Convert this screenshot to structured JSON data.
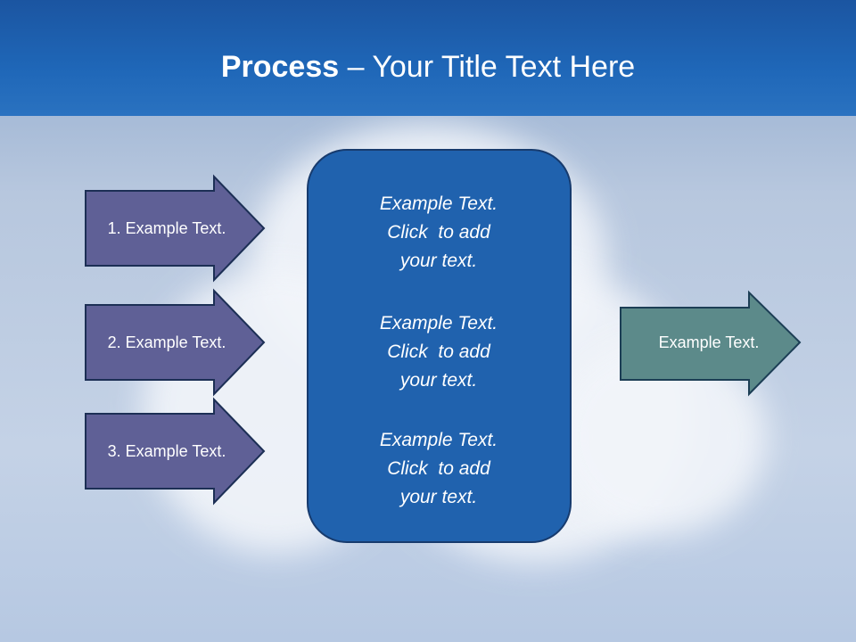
{
  "slide": {
    "title_bold": "Process",
    "title_rest": " – Your Title Text Here"
  },
  "left_arrows": [
    {
      "label": "1. Example Text."
    },
    {
      "label": "2. Example Text."
    },
    {
      "label": "3. Example Text."
    }
  ],
  "center_box": {
    "blocks": [
      {
        "line1": "Example Text.",
        "line2": "Click  to add",
        "line3": "your text."
      },
      {
        "line1": "Example Text.",
        "line2": "Click  to add",
        "line3": "your text."
      },
      {
        "line1": "Example Text.",
        "line2": "Click  to add",
        "line3": "your text."
      }
    ]
  },
  "right_arrow": {
    "label": "Example Text."
  },
  "colors": {
    "header": "#1f67b8",
    "left_arrow_fill": "#5f6096",
    "center_box_fill": "#2062ae",
    "right_arrow_fill": "#5c8a8a",
    "outline": "#1c3e6e"
  }
}
